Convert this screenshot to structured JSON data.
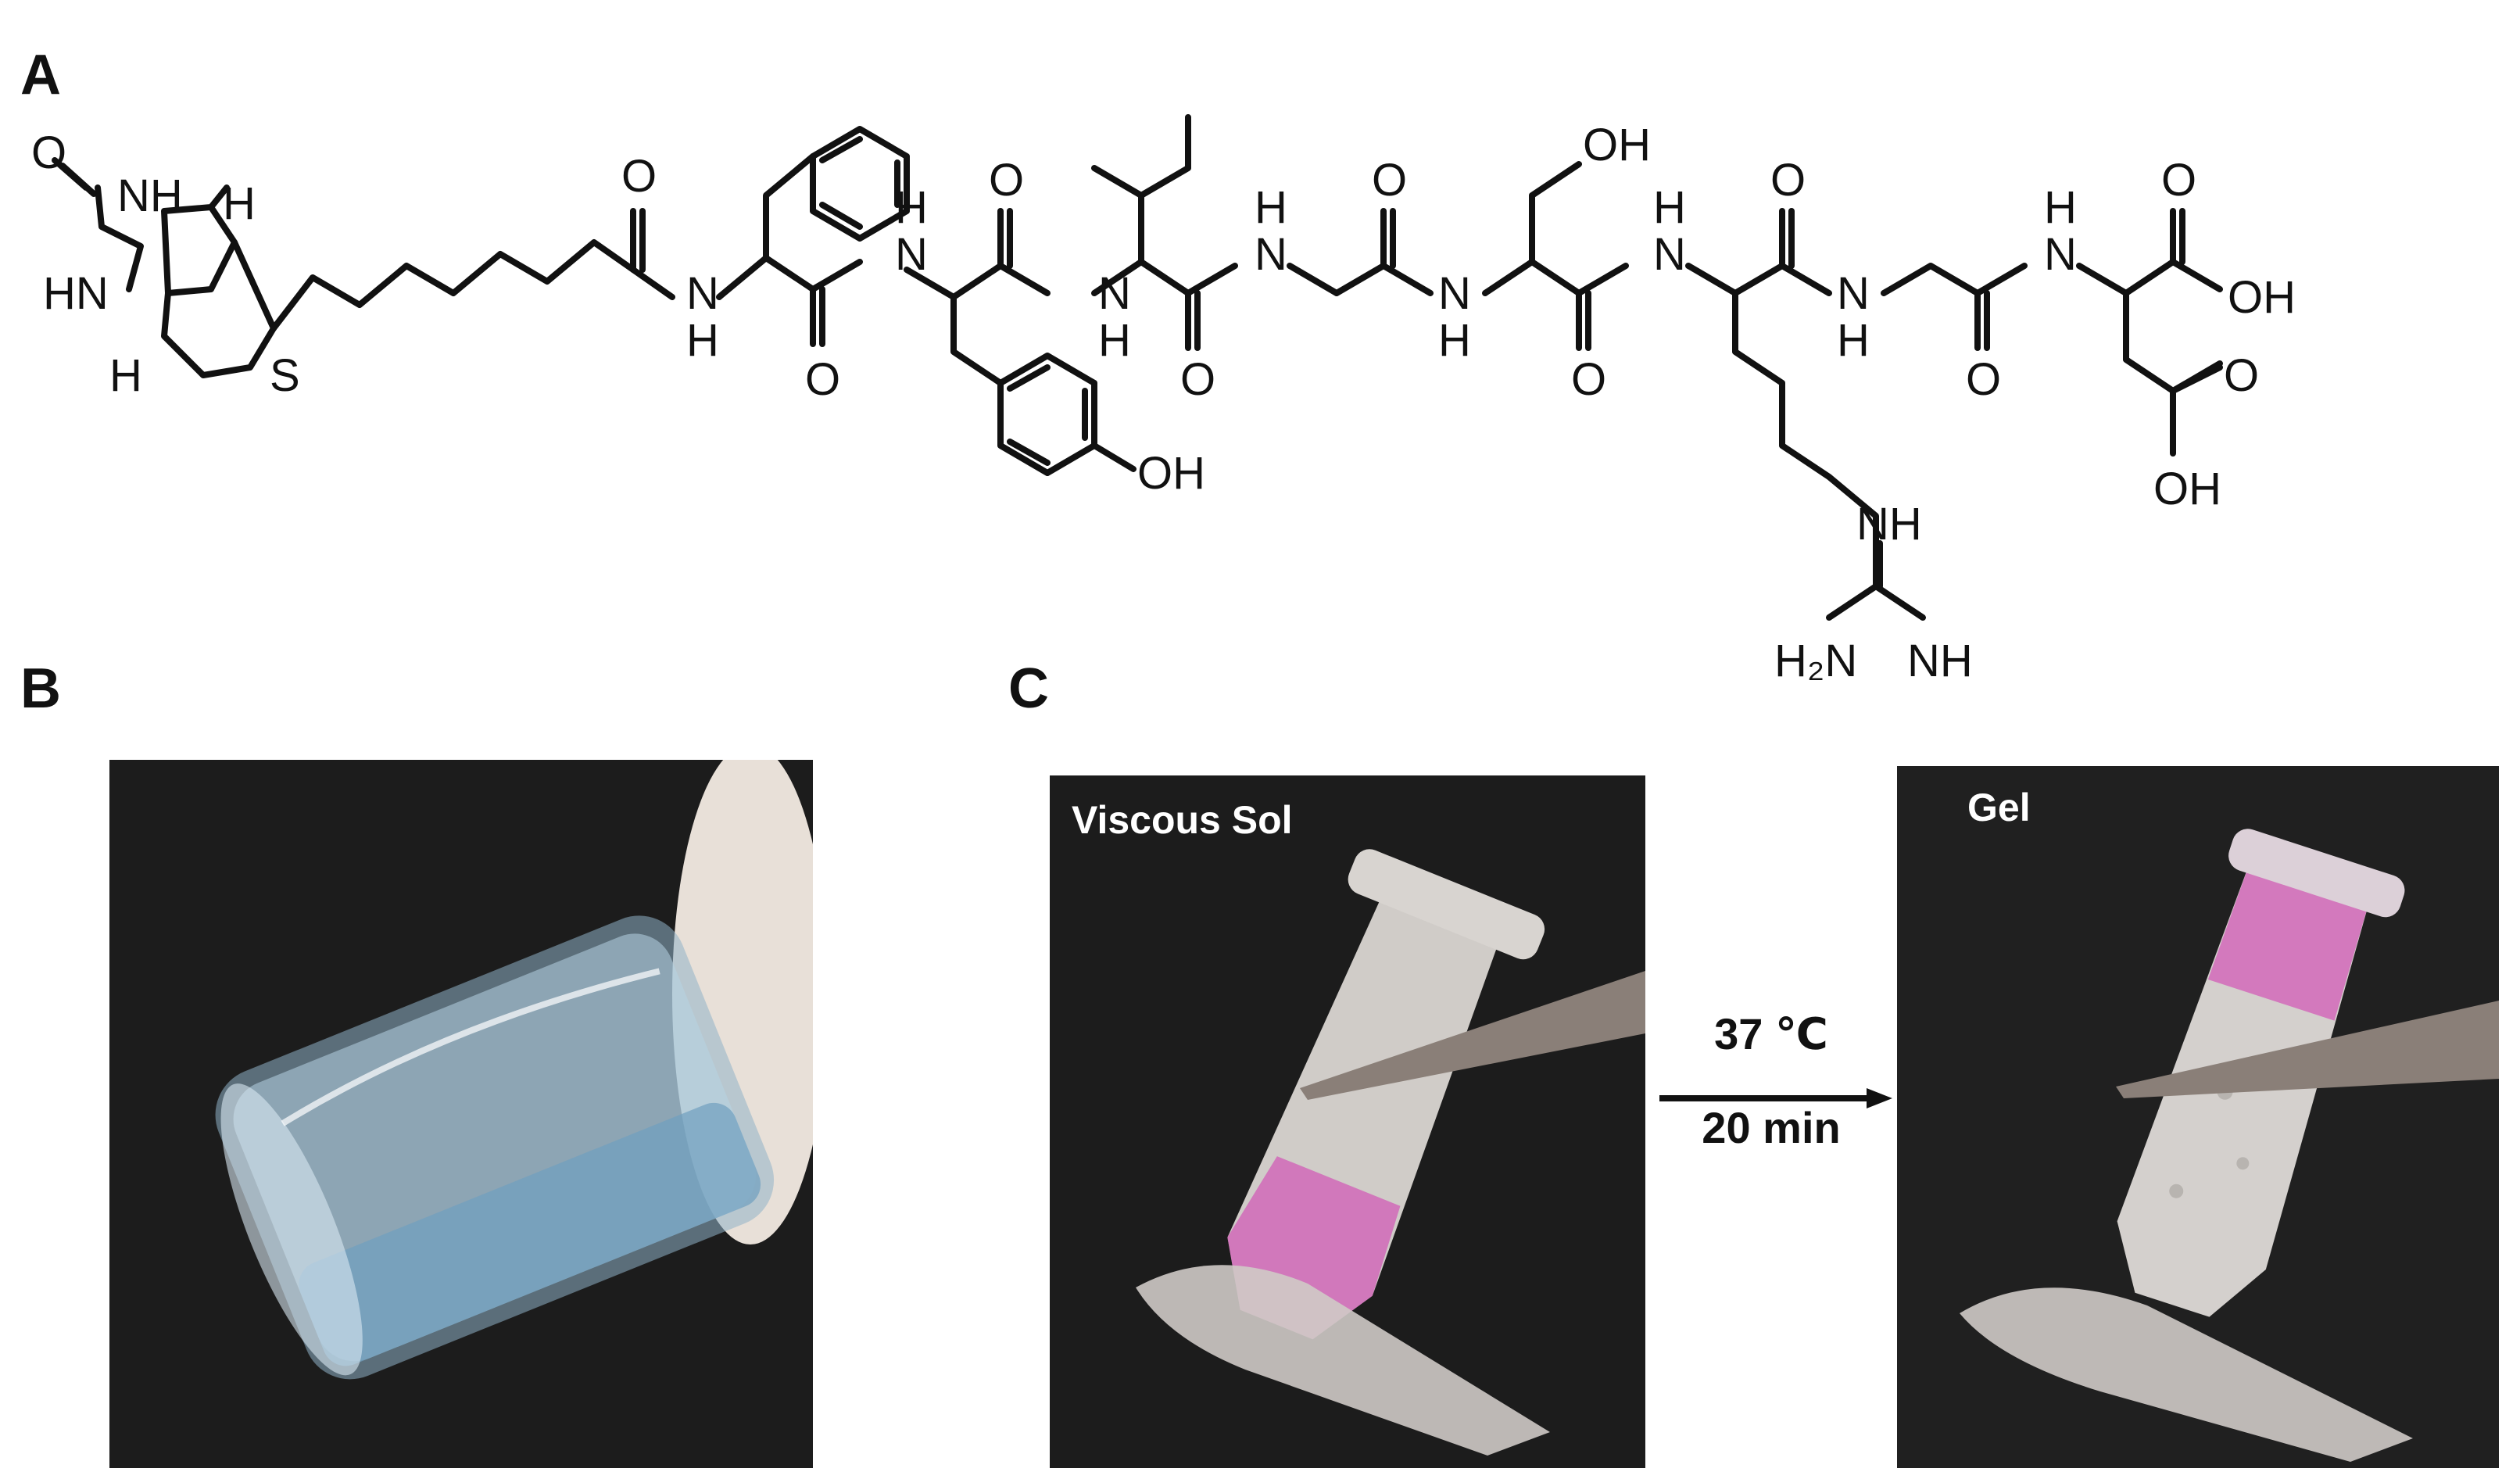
{
  "panels": {
    "a": "A",
    "b": "B",
    "c": "C"
  },
  "structure_atoms": {
    "o": "O",
    "nh": "NH",
    "hn": "HN",
    "h": "H",
    "n": "N",
    "s": "S",
    "oh": "OH",
    "h2n": "H₂N"
  },
  "photos": {
    "viscous_caption": "Viscous Sol",
    "gel_caption": "Gel"
  },
  "arrow": {
    "condition_top": "37 ℃",
    "condition_bottom": "20 min"
  },
  "colors": {
    "photo_background": "#1c1c1c",
    "pink_content": "#d23fb2",
    "line": "#111111"
  }
}
